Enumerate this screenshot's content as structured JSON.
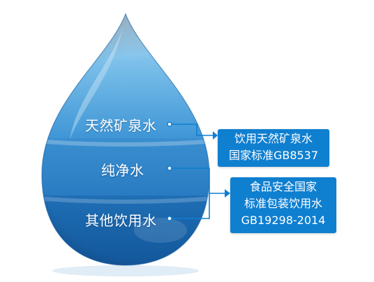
{
  "layers": {
    "mineral_water": "天然矿泉水",
    "purified_water": "纯净水",
    "other_water": "其他饮用水"
  },
  "callouts": {
    "mineral": {
      "line1": "饮用天然矿泉水",
      "line2": "国家标准GB8537"
    },
    "food_safety": {
      "line1": "食品安全国家",
      "line2": "标准包装饮用水",
      "line3": "GB19298-2014"
    }
  },
  "colors": {
    "callout_bg": "#0f7fd0",
    "connector": "#0f7fd0"
  }
}
